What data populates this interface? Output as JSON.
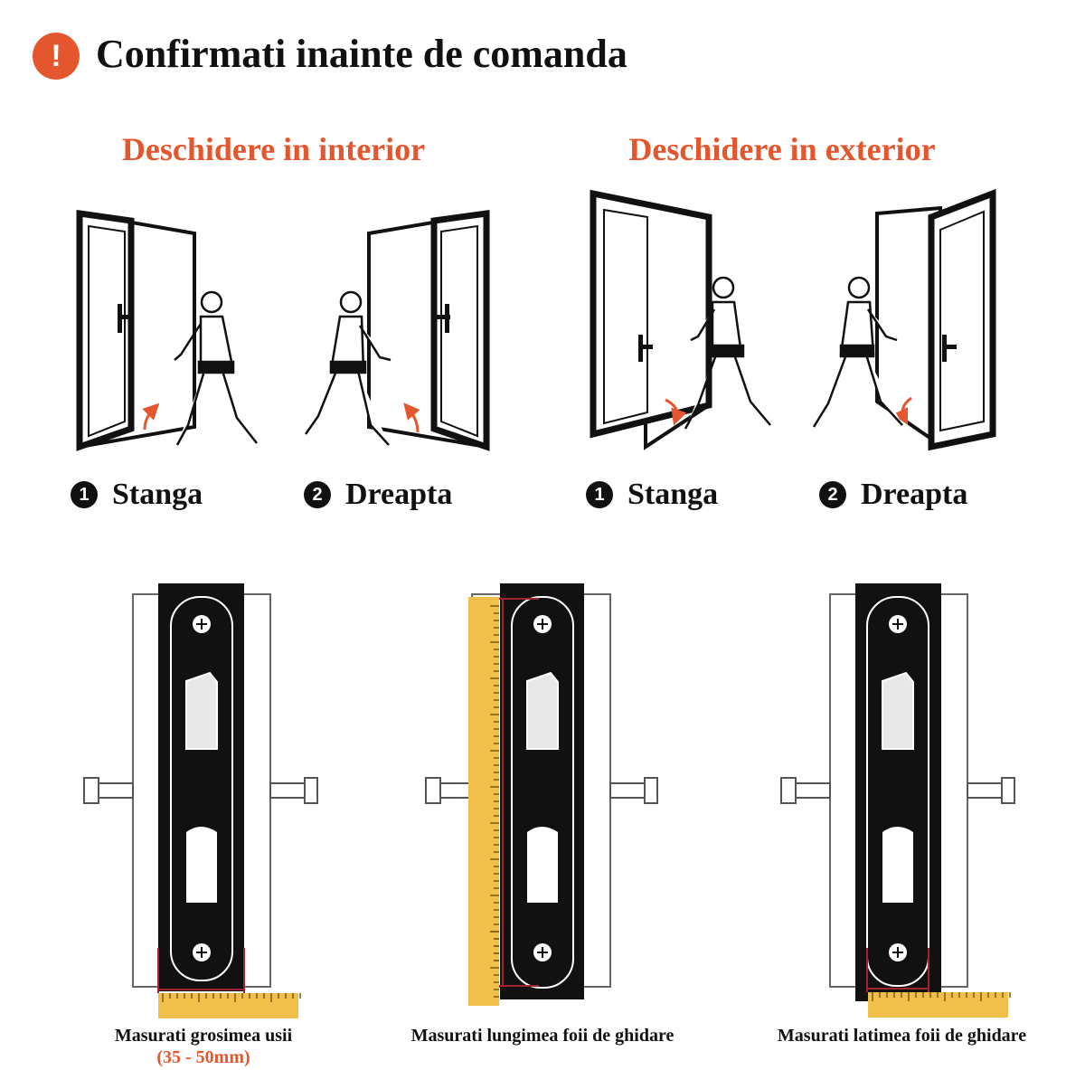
{
  "header": {
    "title": "Confirmati inainte de comanda",
    "warning_icon": "exclamation-icon",
    "warning_glyph": "!"
  },
  "sections": [
    {
      "title": "Deschidere in interior",
      "labels": [
        {
          "num": "1",
          "text": "Stanga"
        },
        {
          "num": "2",
          "text": "Dreapta"
        }
      ]
    },
    {
      "title": "Deschidere in exterior",
      "labels": [
        {
          "num": "1",
          "text": "Stanga"
        },
        {
          "num": "2",
          "text": "Dreapta"
        }
      ]
    }
  ],
  "measurements": [
    {
      "caption": "Masurati grosimea usii",
      "range": "(35 - 50mm)"
    },
    {
      "caption": "Masurati lungimea foii de ghidare"
    },
    {
      "caption": "Masurati latimea foii de ghidare"
    }
  ],
  "colors": {
    "accent": "#e4572e",
    "ruler": "#f1c04a",
    "plate": "#111111",
    "measure_line": "#a32232"
  }
}
